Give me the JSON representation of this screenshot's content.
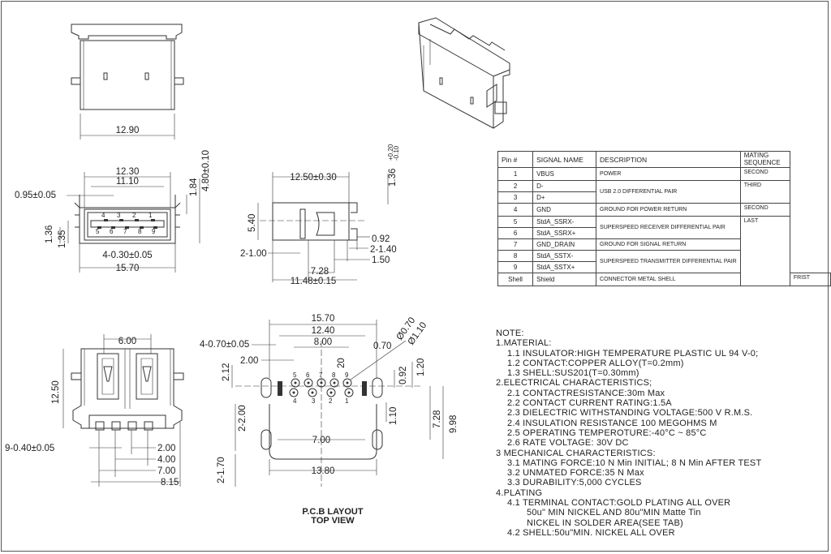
{
  "front_view_top": {
    "width": "12.90"
  },
  "front_view": {
    "d_12_30": "12.30",
    "d_11_10": "11.10",
    "d_0_95": "0.95±0.05",
    "d_1_84": "1.84",
    "d_4_80": "4.80±0.10",
    "d_1_36": "1.36",
    "d_1_35": "1.35",
    "d_4_030": "4-0.30±0.05",
    "d_15_70": "15.70",
    "pins_top": [
      "4",
      "3",
      "2",
      "1"
    ],
    "pins_bottom": [
      "5",
      "6",
      "7",
      "8",
      "9"
    ]
  },
  "side_view": {
    "d_12_50": "12.50±0.30",
    "d_1_36": "1.36",
    "d_1_36_tol_plus": "+0.20",
    "d_1_36_tol_minus": "-0.10",
    "d_5_40": "5.40",
    "d_0_92": "0.92",
    "d_2_140": "2-1.40",
    "d_2_100": "2-1.00",
    "d_1_50": "1.50",
    "d_7_28": "7.28",
    "d_11_48": "11.48±0.15"
  },
  "bottom_view": {
    "d_6_00": "6.00",
    "d_12_50": "12.50",
    "d_9_040": "9-0.40±0.05",
    "d_2_00": "2.00",
    "d_4_00": "4.00",
    "d_7_00": "7.00",
    "d_8_15": "8.15"
  },
  "pcb_layout": {
    "d_15_70": "15.70",
    "d_12_40": "12.40",
    "d_8_00": "8.00",
    "d_4_070": "4-0.70±0.05",
    "d_2_00": "2.00",
    "d_0_70": "0.70",
    "d_phi_070": "Ø0.70",
    "d_phi_110": "Ø1.10",
    "d_20": "20",
    "d_2_12": "2.12",
    "d_0_92": "0.92",
    "d_1_20": "1.20",
    "d_2_200": "2-2.00",
    "d_1_10": "1.10",
    "d_7_28": "7.28",
    "d_9_98": "9.98",
    "d_7_00": "7.00",
    "d_13_80": "13.80",
    "d_2_170": "2-1.70",
    "pins_top": [
      "5",
      "6",
      "7",
      "8",
      "9"
    ],
    "pins_bottom": [
      "4",
      "3",
      "2",
      "1"
    ],
    "caption_1": "P.C.B LAYOUT",
    "caption_2": "TOP VIEW"
  },
  "pin_table": {
    "headers": {
      "pin": "Pin #",
      "signal": "SIGNAL NAME",
      "description": "DESCRIPTION",
      "sequence_1": "MATING",
      "sequence_2": "SEQUENCE"
    },
    "rows": [
      {
        "pin": "1",
        "signal": "VBUS",
        "description": "POWER",
        "sequence": "SECOND"
      },
      {
        "pin": "2",
        "signal": "D-",
        "description": "USB 2.0 DIFFERENTIAL PAIR",
        "sequence": "THIRD"
      },
      {
        "pin": "3",
        "signal": "D+",
        "description": "",
        "sequence": ""
      },
      {
        "pin": "4",
        "signal": "GND",
        "description": "GROUND FOR POWER RETURN",
        "sequence": "SECOND"
      },
      {
        "pin": "5",
        "signal": "StdA_SSRX-",
        "description": "SUPERSPEED RECEIVER DIFFERENTIAL PAIR",
        "sequence": "LAST"
      },
      {
        "pin": "6",
        "signal": "StdA_SSRX+",
        "description": "",
        "sequence": ""
      },
      {
        "pin": "7",
        "signal": "GND_DRAIN",
        "description": "GROUND FOR SIGNAL RETURN",
        "sequence": ""
      },
      {
        "pin": "8",
        "signal": "StdA_SSTX-",
        "description": "SUPERSPEED TRANSMITTER DIFFERENTIAL PAIR",
        "sequence": ""
      },
      {
        "pin": "9",
        "signal": "StdA_SSTX+",
        "description": "",
        "sequence": ""
      },
      {
        "pin": "Shell",
        "signal": "Shield",
        "description": "CONNECTOR METAL SHELL",
        "sequence": "FRIST"
      }
    ]
  },
  "notes": [
    {
      "level": 0,
      "text": "NOTE:"
    },
    {
      "level": 0,
      "text": "1.MATERIAL:"
    },
    {
      "level": 1,
      "text": "1.1 INSULATOR:HIGH TEMPERATURE PLASTIC UL 94 V-0;"
    },
    {
      "level": 1,
      "text": "1.2 CONTACT:COPPER ALLOY(T=0.2mm)"
    },
    {
      "level": 1,
      "text": "1.3 SHELL:SUS201(T=0.30mm)"
    },
    {
      "level": 0,
      "text": "2.ELECTRICAL CHARACTERISTICS;"
    },
    {
      "level": 1,
      "text": "2.1 CONTACTRESISTANCE:30m Max"
    },
    {
      "level": 1,
      "text": "2.2 CONTACT CURRENT RATING:1.5A"
    },
    {
      "level": 1,
      "text": "2.3 DIELECTRIC WITHSTANDING VOLTAGE:500 V R.M.S."
    },
    {
      "level": 1,
      "text": "2.4 INSULATION RESISTANCE 100 MEGOHMS M"
    },
    {
      "level": 1,
      "text": "2.5 OPERATING TEMPEROTURE:-40°C ~ 85°C"
    },
    {
      "level": 1,
      "text": "2.6 RATE VOLTAGE: 30V DC"
    },
    {
      "level": 0,
      "text": " "
    },
    {
      "level": 0,
      "text": "3 MECHANICAL CHARACTERISTICS:"
    },
    {
      "level": 1,
      "text": "3.1 MATING FORCE:10 N  Min INITIAL; 8 N Min AFTER TEST"
    },
    {
      "level": 1,
      "text": "3.2 UNMATED FORCE:35 N Max"
    },
    {
      "level": 1,
      "text": "3.3 DURABILITY:5,000 CYCLES"
    },
    {
      "level": 0,
      "text": "4.PLATING"
    },
    {
      "level": 1,
      "text": "4.1 TERMINAL CONTACT:GOLD PLATING ALL OVER"
    },
    {
      "level": 2,
      "text": "50u\" MIN NICKEL AND 80u\"MIN Matte Tin"
    },
    {
      "level": 2,
      "text": "NICKEL IN SOLDER AREA(SEE TAB)"
    },
    {
      "level": 1,
      "text": "4.2 SHELL:50u\"MIN. NICKEL ALL OVER"
    }
  ]
}
